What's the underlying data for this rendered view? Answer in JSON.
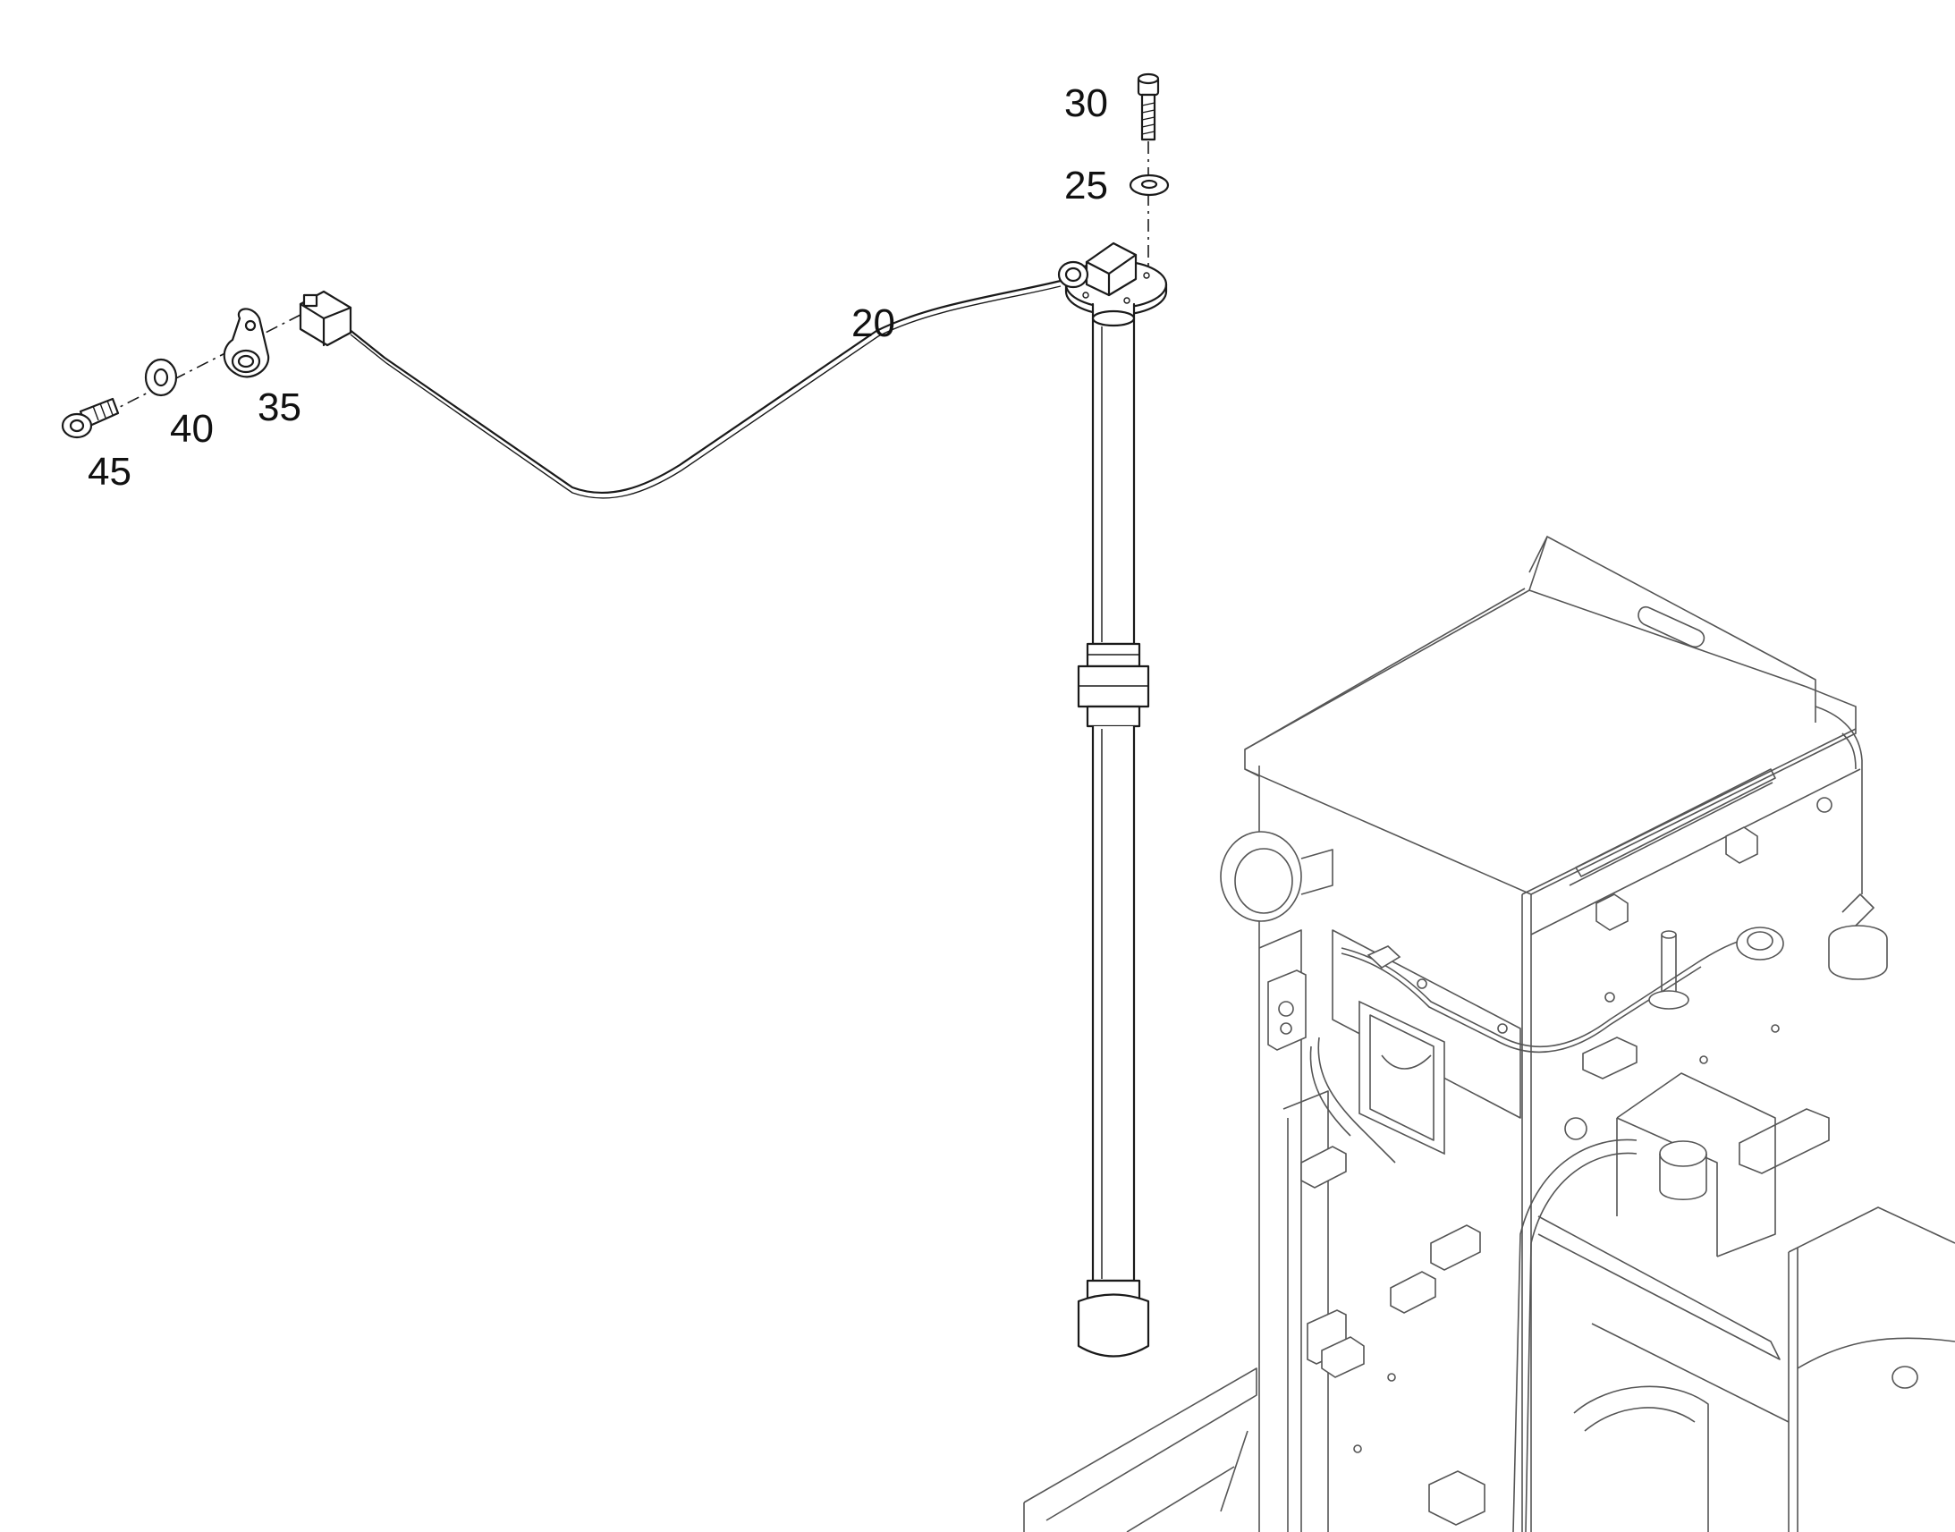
{
  "diagram": {
    "callouts": [
      {
        "key": "p30",
        "label": "30"
      },
      {
        "key": "p25",
        "label": "25"
      },
      {
        "key": "p20",
        "label": "20"
      },
      {
        "key": "p45",
        "label": "45"
      },
      {
        "key": "p40",
        "label": "40"
      },
      {
        "key": "p35",
        "label": "35"
      }
    ],
    "parts": [
      "fuel-level-sensor",
      "sensor-cable-harness",
      "mounting-screw",
      "flat-washer",
      "cable-clip",
      "clip-washer",
      "clip-screw",
      "tank-assembly"
    ],
    "colors": {
      "line": "#1a1a1a",
      "background": "#ffffff",
      "assembly": "#555555"
    }
  }
}
